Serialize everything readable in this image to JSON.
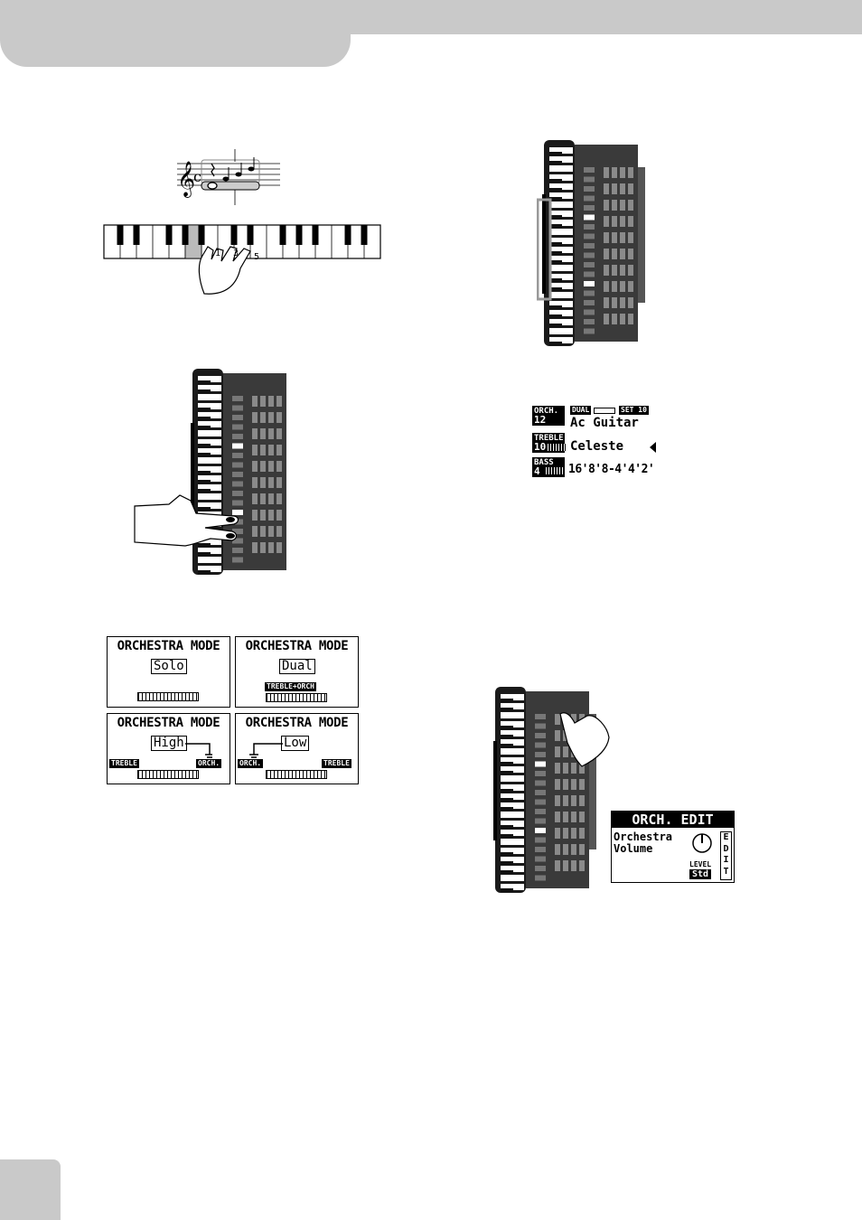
{
  "orch_display": {
    "orch_tag": "ORCH.",
    "orch_num": "12",
    "dual_tag": "DUAL",
    "set_label": "SET 10",
    "orch_sound": "Ac Guitar",
    "treble_tag": "TREBLE",
    "treble_num": "10",
    "treble_sound": "Celeste",
    "bass_tag": "BASS",
    "bass_num": "4",
    "bass_footage": "16'8'8-4'4'2'"
  },
  "mode_screens": {
    "title": "ORCHESTRA MODE",
    "solo": "Solo",
    "dual": "Dual",
    "dual_tag": "TREBLE+ORCH",
    "high": "High",
    "low": "Low",
    "treble_tag": "TREBLE",
    "orch_tag": "ORCH."
  },
  "edit_display": {
    "title": "ORCH. EDIT",
    "param_line1": "Orchestra",
    "param_line2": "Volume",
    "level_label": "LEVEL",
    "level_value": "Std",
    "edit_letters": [
      "E",
      "D",
      "I",
      "T"
    ]
  }
}
